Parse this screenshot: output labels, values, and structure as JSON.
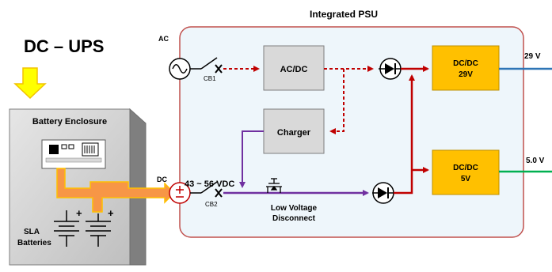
{
  "title": "DC – UPS",
  "psu_title": "Integrated PSU",
  "enclosure_label": "Battery Enclosure",
  "battery_label_line1": "SLA",
  "battery_label_line2": "Batteries",
  "input_ac_label": "AC",
  "input_dc_label": "DC",
  "breaker1_label": "CB1",
  "breaker2_label": "CB2",
  "acdc_label": "AC/DC",
  "charger_label": "Charger",
  "dcdc29_line1": "DC/DC",
  "dcdc29_line2": "29V",
  "dcdc5_line1": "DC/DC",
  "dcdc5_line2": "5V",
  "voltage_range_label": "43 ~ 56 VDC",
  "lvd_line1": "Low Voltage",
  "lvd_line2": "Disconnect",
  "output_29_label": "29 V",
  "output_5_label": "5.0 V",
  "plus_sign": "+",
  "colors": {
    "psu_border": "#c0504d",
    "psu_fill": "#eef6fb",
    "box_gray": "#d9d9d9",
    "converter_orange": "#ffc000",
    "dc_path_red": "#c00000",
    "battery_purple": "#7030a0",
    "output_29_blue": "#2e75b6",
    "output_5_green": "#00b050",
    "arrow_yellow": "#ffff00",
    "arrow_orange": "#f79646"
  }
}
